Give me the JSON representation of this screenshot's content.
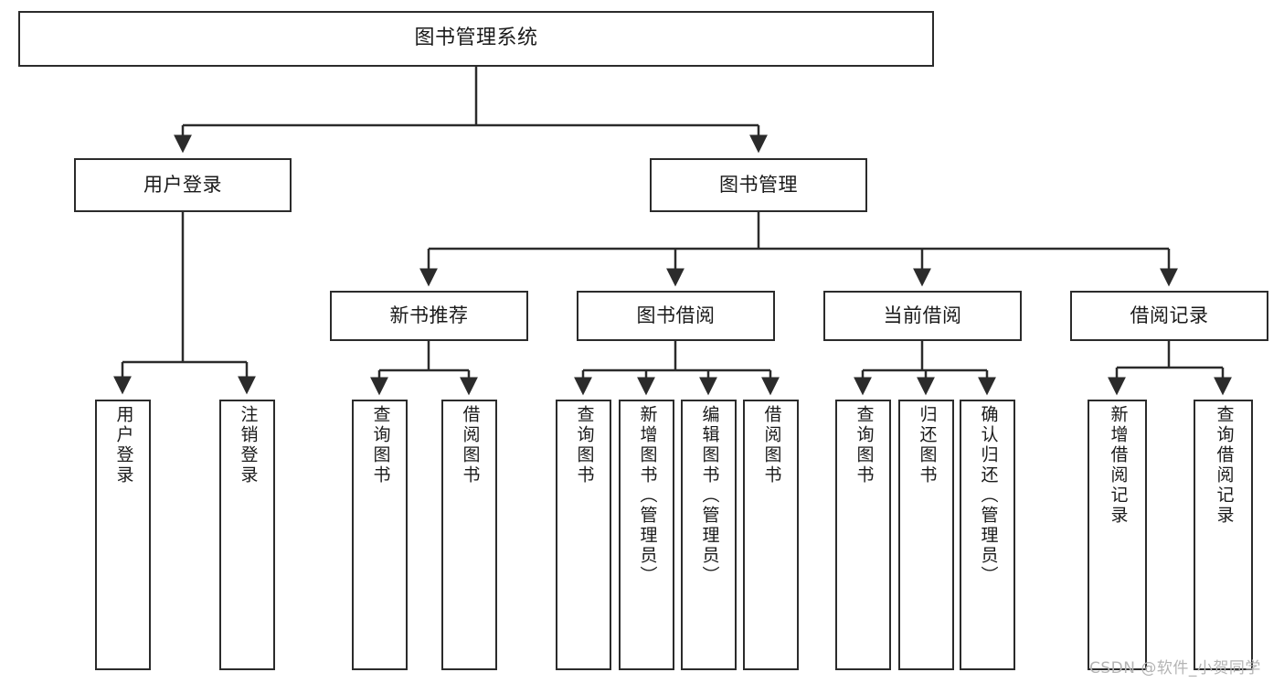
{
  "diagram": {
    "title": "图书管理系统",
    "type": "tree-hierarchy",
    "stroke_color": "#2b2b2b",
    "fill_color": "#ffffff",
    "background_color": "#ffffff"
  },
  "nodes": {
    "root": {
      "label": "图书管理系统"
    },
    "level2": [
      {
        "id": "user-login",
        "label": "用户登录"
      },
      {
        "id": "book-manage",
        "label": "图书管理"
      }
    ],
    "level3": [
      {
        "id": "new-book-rec",
        "label": "新书推荐"
      },
      {
        "id": "book-borrow",
        "label": "图书借阅"
      },
      {
        "id": "current-borrow",
        "label": "当前借阅"
      },
      {
        "id": "borrow-record",
        "label": "借阅记录"
      }
    ],
    "leaves": {
      "user_login": [
        {
          "id": "leaf-user-login",
          "label": "用户登录"
        },
        {
          "id": "leaf-logout",
          "label": "注销登录"
        }
      ],
      "new_book_rec": [
        {
          "id": "leaf-query-book-1",
          "label": "查询图书"
        },
        {
          "id": "leaf-borrow-book-1",
          "label": "借阅图书"
        }
      ],
      "book_borrow": [
        {
          "id": "leaf-query-book-2",
          "label": "查询图书"
        },
        {
          "id": "leaf-add-book",
          "label": "新增图书（管理员）"
        },
        {
          "id": "leaf-edit-book",
          "label": "编辑图书（管理员）"
        },
        {
          "id": "leaf-borrow-book-2",
          "label": "借阅图书"
        }
      ],
      "current_borrow": [
        {
          "id": "leaf-query-book-3",
          "label": "查询图书"
        },
        {
          "id": "leaf-return-book",
          "label": "归还图书"
        },
        {
          "id": "leaf-confirm-return",
          "label": "确认归还（管理员）"
        }
      ],
      "borrow_record": [
        {
          "id": "leaf-add-record",
          "label": "新增借阅记录"
        },
        {
          "id": "leaf-query-record",
          "label": "查询借阅记录"
        }
      ]
    }
  },
  "watermark": {
    "text": "CSDN @软件_小贺同学"
  }
}
